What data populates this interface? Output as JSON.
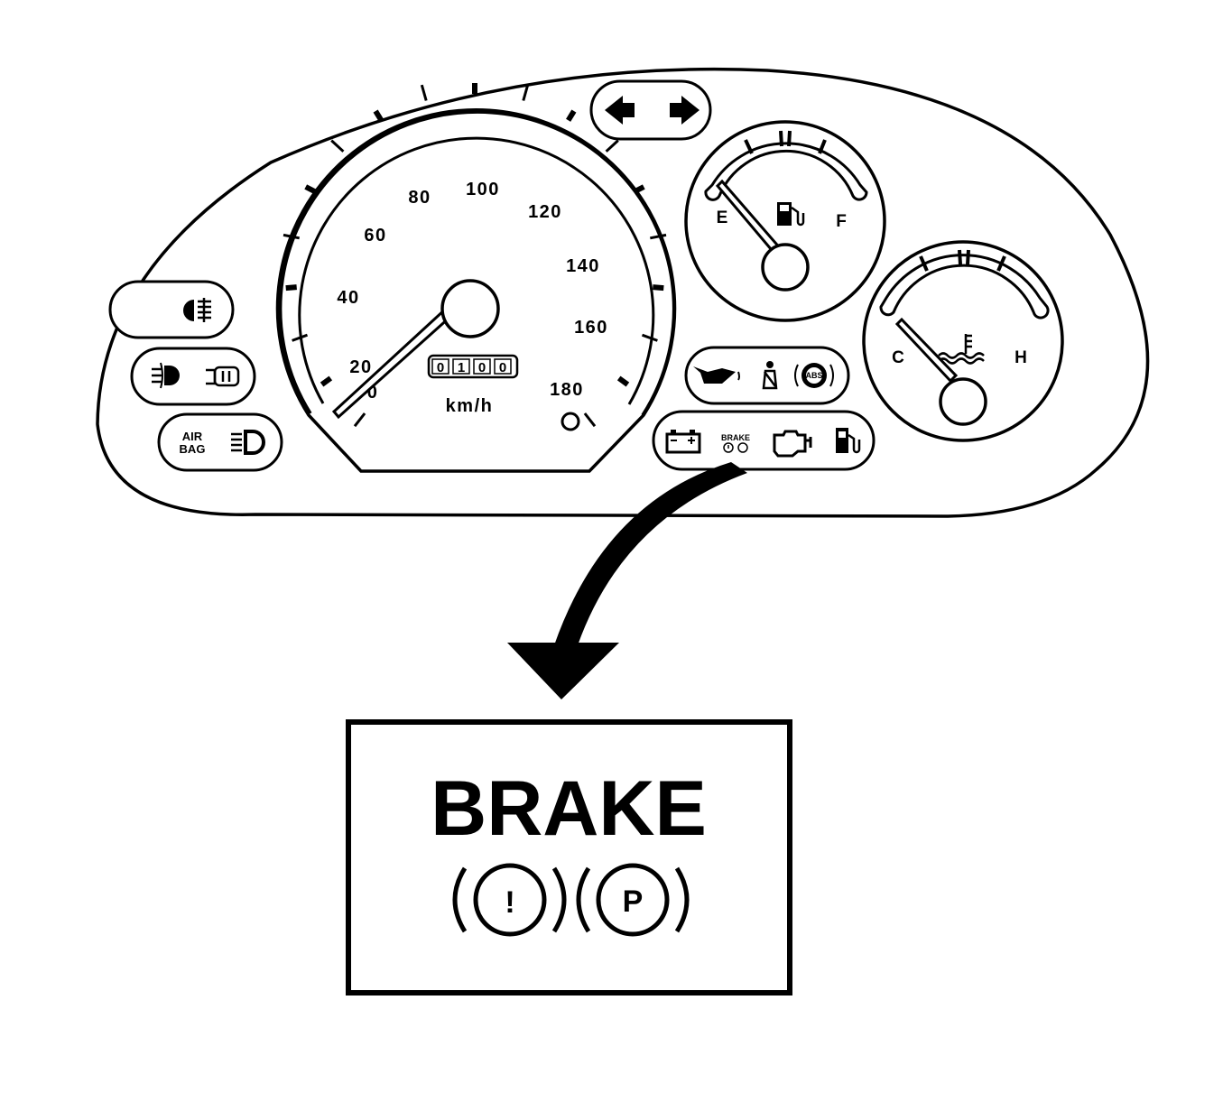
{
  "speedometer": {
    "labels": [
      "20",
      "40",
      "60",
      "80",
      "100",
      "120",
      "140",
      "160",
      "180"
    ],
    "partial_zero": "0",
    "unit": "km/h",
    "odometer_digits": [
      "0",
      "1",
      "0",
      "0"
    ]
  },
  "fuel_gauge": {
    "empty_label": "E",
    "full_label": "F",
    "icon": "fuel-pump-icon"
  },
  "temp_gauge": {
    "cold_label": "C",
    "hot_label": "H",
    "icon": "coolant-temperature-icon"
  },
  "left_panel": {
    "fog_light_icon": "rear-fog-light-icon",
    "front_fog_icon": "front-fog-light-icon",
    "door_icon": "door-open-icon",
    "airbag_line1": "AIR",
    "airbag_line2": "BAG",
    "high_beam_icon": "high-beam-icon"
  },
  "turn_signals": {
    "left_icon": "left-arrow-icon",
    "right_icon": "right-arrow-icon"
  },
  "warning_row1": {
    "icons": [
      "oil-pressure-icon",
      "seat-belt-icon",
      "abs-icon"
    ],
    "abs_text": "ABS"
  },
  "warning_row2": {
    "icons": [
      "battery-icon",
      "brake-icon",
      "check-engine-icon",
      "fuel-icon"
    ],
    "brake_text": "BRAKE"
  },
  "callout": {
    "title": "BRAKE",
    "left_symbol": "!",
    "right_symbol": "P"
  },
  "colors": {
    "ink": "#000000",
    "paper": "#ffffff"
  }
}
